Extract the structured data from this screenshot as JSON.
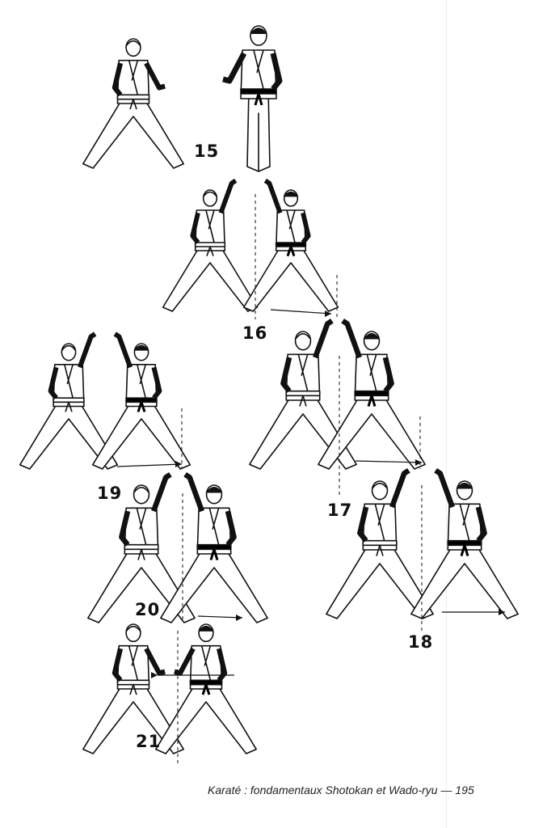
{
  "figures": [
    {
      "label": "15"
    },
    {
      "label": "16"
    },
    {
      "label": "19"
    },
    {
      "label": "17"
    },
    {
      "label": "20"
    },
    {
      "label": "18"
    },
    {
      "label": "21"
    }
  ],
  "footer": {
    "book_title": "Karaté : fondamentaux Shotokan et Wado-ryu",
    "separator": "—",
    "page_number": "195"
  },
  "colors": {
    "ink": "#111111",
    "belt": "#000000",
    "paper": "#ffffff"
  }
}
